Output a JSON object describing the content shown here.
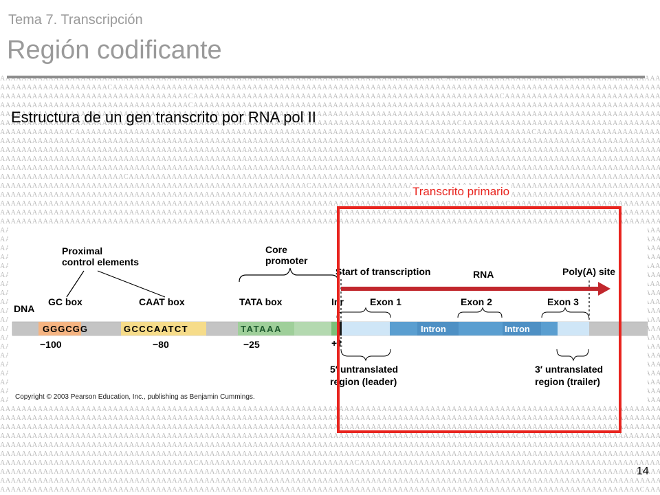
{
  "header": {
    "subtitle": "Tema 7. Transcripción",
    "title": "Región codificante"
  },
  "heading": "Estructura de un gen transcrito por RNA pol II",
  "highlight_label": "Transcrito primario",
  "page_number": "14",
  "colors": {
    "title_gray": "#9a9a9a",
    "highlight_red": "#e8241e",
    "gc_box": "#f5b482",
    "caat_box": "#f6dc8a",
    "tata_box": "#b4d9b0",
    "exon": "#cfe6f7",
    "intron": "#4e90c4",
    "dna": "#c4c4c4"
  },
  "diagram": {
    "proximal_label_1": "Proximal",
    "proximal_label_2": "control elements",
    "core_label_1": "Core",
    "core_label_2": "promoter",
    "start_label": "Start of transcription",
    "rna_label": "RNA",
    "polya_label": "Poly(A) site",
    "dna_label": "DNA",
    "gc_box_label": "GC box",
    "gc_box_seq": "GGGCGG",
    "gc_box_pos": "−100",
    "caat_box_label": "CAAT box",
    "caat_box_seq": "GCCCAATCT",
    "caat_box_pos": "−80",
    "tata_box_label": "TATA box",
    "tata_box_seq": "TATAAA",
    "tata_box_pos": "−25",
    "inr_label": "Inr",
    "plus_one": "+1",
    "exon1": "Exon 1",
    "exon2": "Exon 2",
    "exon3": "Exon 3",
    "intron1": "Intron",
    "intron2": "Intron",
    "utr5_1": "5′ untranslated",
    "utr5_2": "region (leader)",
    "utr3_1": "3′ untranslated",
    "utr3_2": "region (trailer)",
    "copyright": "Copyright © 2003 Pearson Education, Inc., publishing as Benjamin Cummings."
  }
}
